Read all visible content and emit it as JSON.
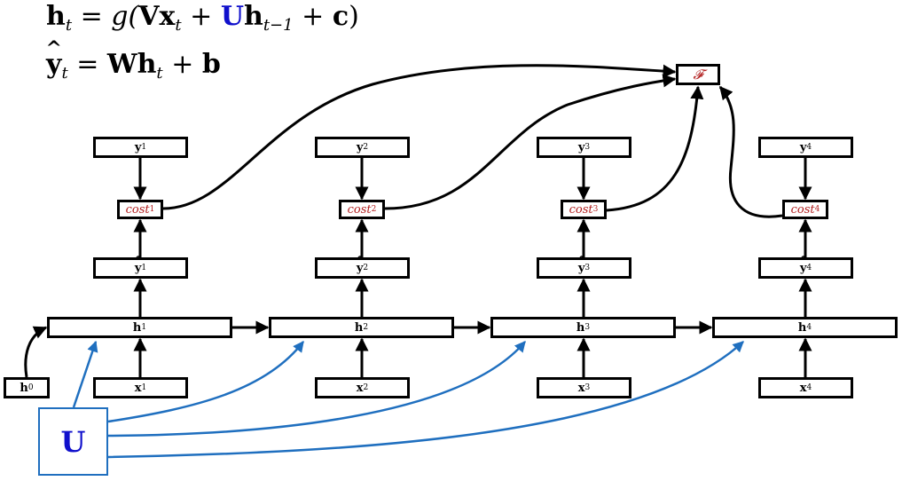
{
  "colors": {
    "line": "#000000",
    "shared_weight": "#1f6fbf",
    "shared_weight_label": "#1010cc",
    "cost_text": "#b11d1d"
  },
  "equations": {
    "hidden": {
      "lhs": "h",
      "lhs_sub": "t",
      "eq": "=",
      "fn": "g(",
      "v": "V",
      "x": "x",
      "x_sub": "t",
      "plus1": "+",
      "u": "U",
      "h_prev": "h",
      "h_prev_sub": "t−1",
      "plus2": "+",
      "c": "c",
      "close": ")"
    },
    "output": {
      "lhs": "y",
      "lhs_sub": "t",
      "eq": "=",
      "w": "W",
      "h": "h",
      "h_sub": "t",
      "plus": "+",
      "b": "b"
    }
  },
  "objective": {
    "label": "𝓕"
  },
  "initial_state": {
    "label": "h",
    "sub": "0"
  },
  "shared_weight": {
    "label": "U"
  },
  "timesteps": [
    {
      "y": "y",
      "y_sub": "1",
      "cost": "cost",
      "cost_sub": "1",
      "yhat": "y",
      "yhat_sub": "1",
      "h": "h",
      "h_sub": "1",
      "x": "x",
      "x_sub": "1"
    },
    {
      "y": "y",
      "y_sub": "2",
      "cost": "cost",
      "cost_sub": "2",
      "yhat": "y",
      "yhat_sub": "2",
      "h": "h",
      "h_sub": "2",
      "x": "x",
      "x_sub": "2"
    },
    {
      "y": "y",
      "y_sub": "3",
      "cost": "cost",
      "cost_sub": "3",
      "yhat": "y",
      "yhat_sub": "3",
      "h": "h",
      "h_sub": "3",
      "x": "x",
      "x_sub": "3"
    },
    {
      "y": "y",
      "y_sub": "4",
      "cost": "cost",
      "cost_sub": "4",
      "yhat": "y",
      "yhat_sub": "4",
      "h": "h",
      "h_sub": "4",
      "x": "x",
      "x_sub": "4"
    }
  ]
}
